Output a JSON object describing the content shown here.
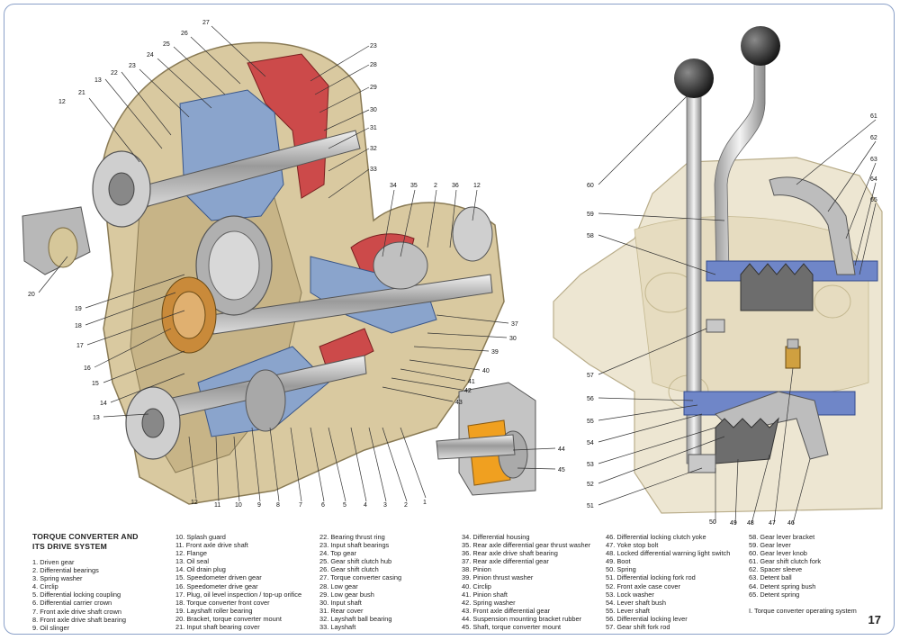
{
  "title_line1": "TORQUE CONVERTER AND",
  "title_line2": "ITS DRIVE SYSTEM",
  "page_number": "17",
  "legend": {
    "col1": [
      "1. Driven gear",
      "2. Differential bearings",
      "3. Spring washer",
      "4. Circlip",
      "5. Differential locking coupling",
      "6. Differential carrier crown",
      "7. Front axle drive shaft crown",
      "8. Front axle drive shaft bearing",
      "9. Oil slinger"
    ],
    "col2": [
      "10. Splash guard",
      "11. Front axle drive shaft",
      "12. Flange",
      "13. Oil seal",
      "14. Oil drain plug",
      "15. Speedometer driven gear",
      "16. Speedometer drive gear",
      "17. Plug, oil level inspection / top-up orifice",
      "18. Torque converter front cover",
      "19. Layshaft roller bearing",
      "20. Bracket, torque converter mount",
      "21. Input shaft bearing cover"
    ],
    "col3": [
      "22. Bearing thrust ring",
      "23. Input shaft bearings",
      "24. Top gear",
      "25. Gear shift clutch hub",
      "26. Gear shift clutch",
      "27. Torque converter casing",
      "28. Low gear",
      "29. Low gear bush",
      "30. Input shaft",
      "31. Rear cover",
      "32. Layshaft ball bearing",
      "33. Layshaft"
    ],
    "col4": [
      "34. Differential housing",
      "35. Rear axle differential gear thrust washer",
      "36. Rear axle drive shaft bearing",
      "37. Rear axle differential gear",
      "38. Pinion",
      "39. Pinion thrust washer",
      "40. Circlip",
      "41. Pinion shaft",
      "42. Spring washer",
      "43. Front axle differential gear",
      "44. Suspension mounting bracket rubber",
      "45. Shaft, torque converter mount"
    ],
    "col5": [
      "46. Differential locking clutch yoke",
      "47. Yoke stop bolt",
      "48. Locked differential warning light switch",
      "49. Boot",
      "50. Spring",
      "51. Differential locking fork rod",
      "52. Front axle case cover",
      "53. Lock washer",
      "54. Lever shaft bush",
      "55. Lever shaft",
      "56. Differential locking lever",
      "57. Gear shift fork rod"
    ],
    "col6": [
      "58. Gear lever bracket",
      "59. Gear lever",
      "60. Gear lever knob",
      "61. Gear shift clutch fork",
      "62. Spacer sleeve",
      "63. Detent ball",
      "64. Detent spring bush",
      "65. Detent spring",
      "",
      "I.   Torque converter operating system"
    ]
  },
  "callouts": {
    "left": [
      "1",
      "2",
      "3",
      "4",
      "5",
      "6",
      "7",
      "8",
      "9",
      "10",
      "11",
      "12",
      "13",
      "14",
      "15",
      "16",
      "17",
      "18",
      "19",
      "20",
      "21",
      "22",
      "23",
      "24",
      "25",
      "26",
      "27",
      "23",
      "28",
      "29",
      "30",
      "31",
      "32",
      "33",
      "34",
      "35",
      "2",
      "36",
      "12",
      "37",
      "30",
      "39",
      "40",
      "41",
      "42",
      "43",
      "44",
      "45",
      "13",
      "12"
    ],
    "right": [
      "60",
      "59",
      "58",
      "61",
      "62",
      "63",
      "64",
      "65",
      "57",
      "56",
      "55",
      "54",
      "53",
      "52",
      "51",
      "50",
      "49",
      "48",
      "47",
      "46"
    ]
  }
}
